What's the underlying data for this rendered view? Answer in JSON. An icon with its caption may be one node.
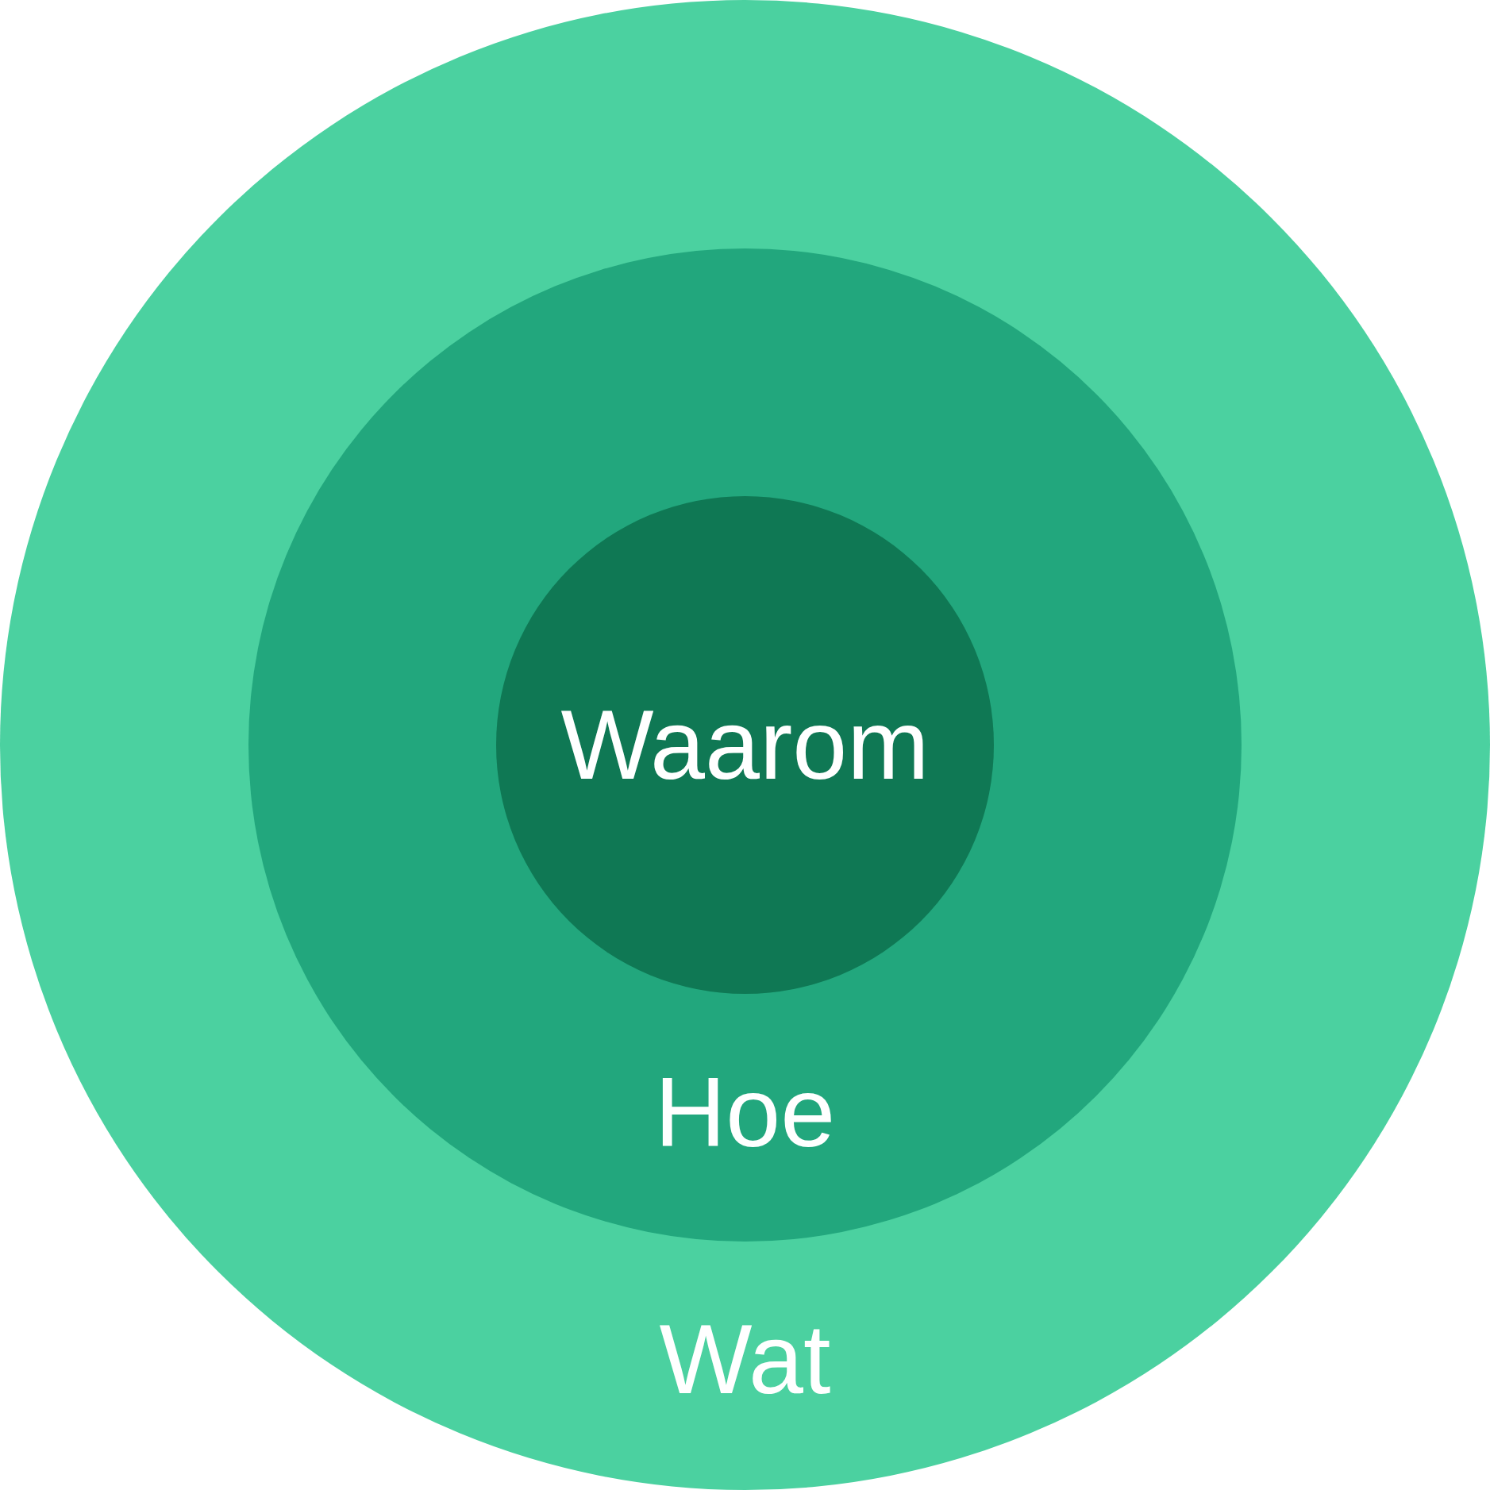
{
  "diagram": {
    "nodes": [
      {
        "text": [
          "Wat"
        ]
      },
      {
        "text": [
          "Hoe"
        ],
        "in": 0
      },
      {
        "text": [
          "Waarom"
        ],
        "in": 1
      }
    ]
  }
}
